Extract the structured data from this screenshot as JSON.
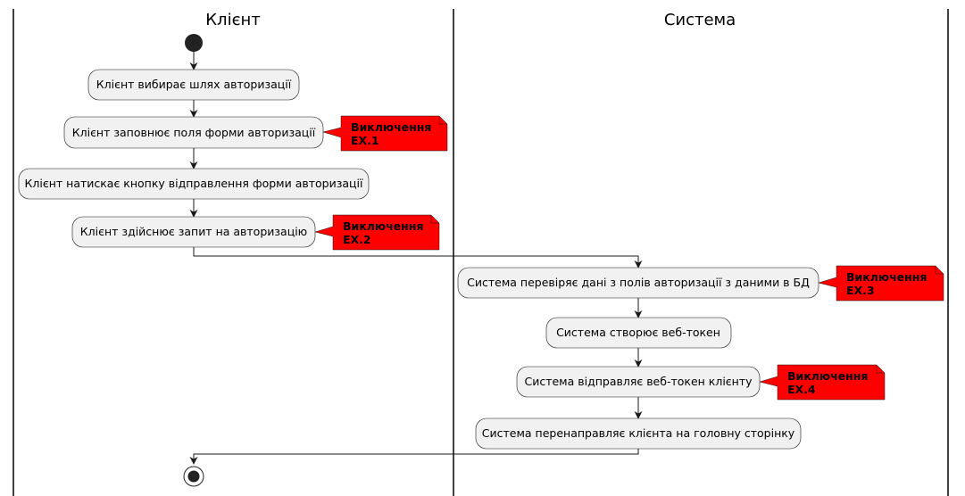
{
  "lanes": {
    "client": {
      "title": "Клієнт"
    },
    "system": {
      "title": "Система"
    }
  },
  "activities": {
    "a1": "Клієнт вибирає шлях авторизації",
    "a2": "Клієнт заповнює поля форми авторизації",
    "a3": "Клієнт натискає кнопку відправлення форми авторизації",
    "a4": "Клієнт здійснює запит на авторизацію",
    "s1": "Система перевіряє дані з полів авторизації з даними в БД",
    "s2": "Система створює веб-токен",
    "s3": "Система відправляє веб-токен клієнту",
    "s4": "Система перенаправляє клієнта на головну сторінку"
  },
  "notes": {
    "n1": {
      "line1": "Виключення",
      "line2": "EX.1"
    },
    "n2": {
      "line1": "Виключення",
      "line2": "EX.2"
    },
    "n3": {
      "line1": "Виключення",
      "line2": "EX.3"
    },
    "n4": {
      "line1": "Виключення",
      "line2": "EX.4"
    }
  },
  "colors": {
    "note_fill": "#FF0000",
    "activity_fill": "#F1F1F1",
    "node_fill": "#222222"
  }
}
